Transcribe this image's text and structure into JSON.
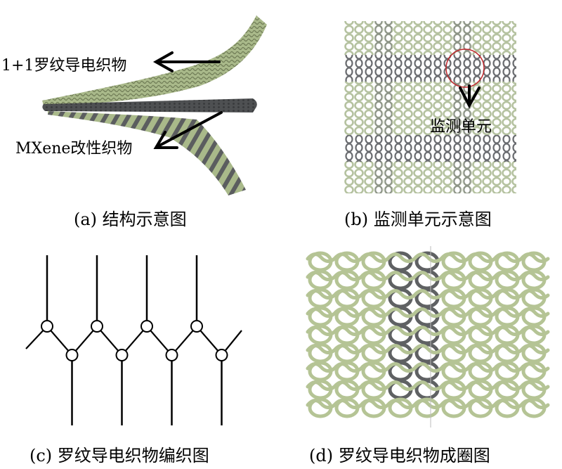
{
  "panels": {
    "a": {
      "caption": "(a)  结构示意图",
      "labels": {
        "rib_fabric": "1+1罗纹导电织物",
        "mxene_fabric": "MXene改性织物"
      }
    },
    "b": {
      "caption": "(b)  监测单元示意图",
      "labels": {
        "monitor_unit": "监测单元"
      }
    },
    "c": {
      "caption": "(c)  罗纹导电织物编织图",
      "wales": 8
    },
    "d": {
      "caption": "(d)  罗纹导电织物成圈图"
    }
  },
  "colors": {
    "yarn_green": "#b5c495",
    "yarn_green_dark": "#8a9a6a",
    "yarn_conductive": "#5f6163",
    "highlight_circle": "#c0282d",
    "ink": "#000000"
  }
}
